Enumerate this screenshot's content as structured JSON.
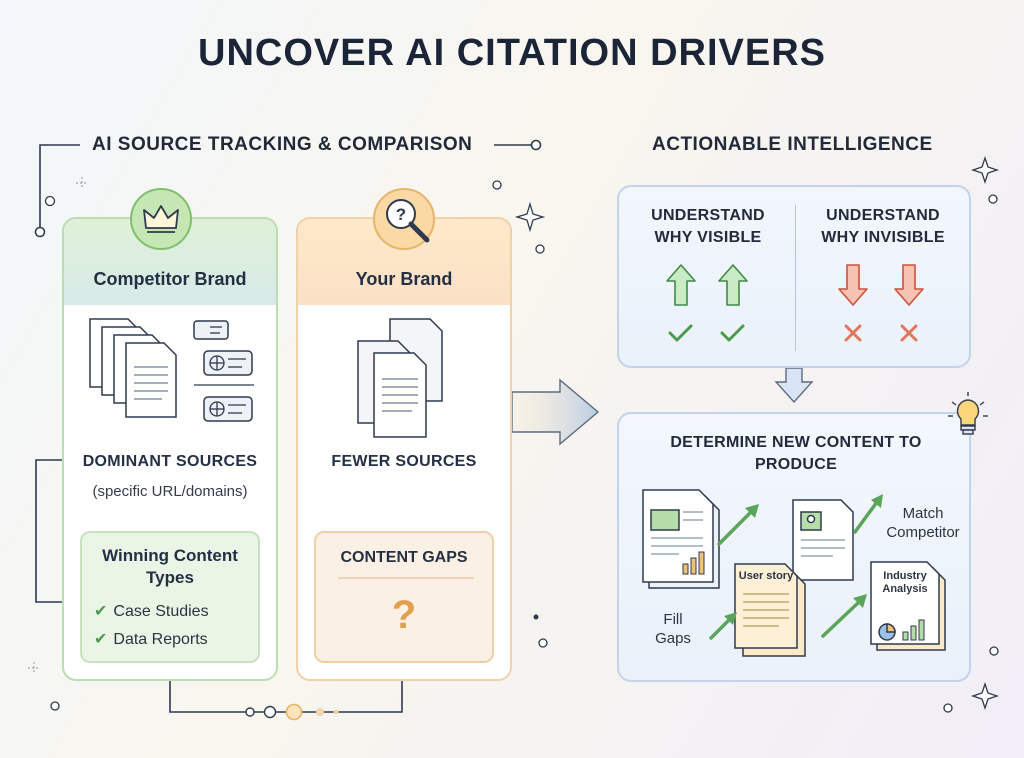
{
  "title": "UNCOVER AI CITATION DRIVERS",
  "left_section": {
    "label": "AI SOURCE TRACKING & COMPARISON"
  },
  "right_section": {
    "label": "ACTIONABLE INTELLIGENCE"
  },
  "competitor": {
    "title": "Competitor Brand",
    "badge_icon": "crown-icon",
    "sources_label": "DOMINANT SOURCES",
    "sources_sub": "(specific URL/domains)",
    "winning_title": "Winning Content Types",
    "winning_items": [
      "Case Studies",
      "Data Reports"
    ]
  },
  "your_brand": {
    "title": "Your Brand",
    "badge_icon": "magnifier-question-icon",
    "sources_label": "FEWER SOURCES",
    "gaps_title": "CONTENT GAPS",
    "gaps_mark": "?"
  },
  "visibility": {
    "visible_label": "UNDERSTAND WHY VISIBLE",
    "invisible_label": "UNDERSTAND WHY INVISIBLE"
  },
  "content": {
    "title": "DETERMINE NEW CONTENT TO PRODUCE",
    "match_label": "Match Competitor",
    "fill_label": "Fill Gaps",
    "user_story": "User story",
    "industry_analysis": "Industry Analysis"
  },
  "colors": {
    "green": "#4c9a4e",
    "orange": "#e2a04e",
    "red": "#e0765a",
    "blue_border": "#c3d4ea",
    "dark_text": "#1c2438"
  }
}
